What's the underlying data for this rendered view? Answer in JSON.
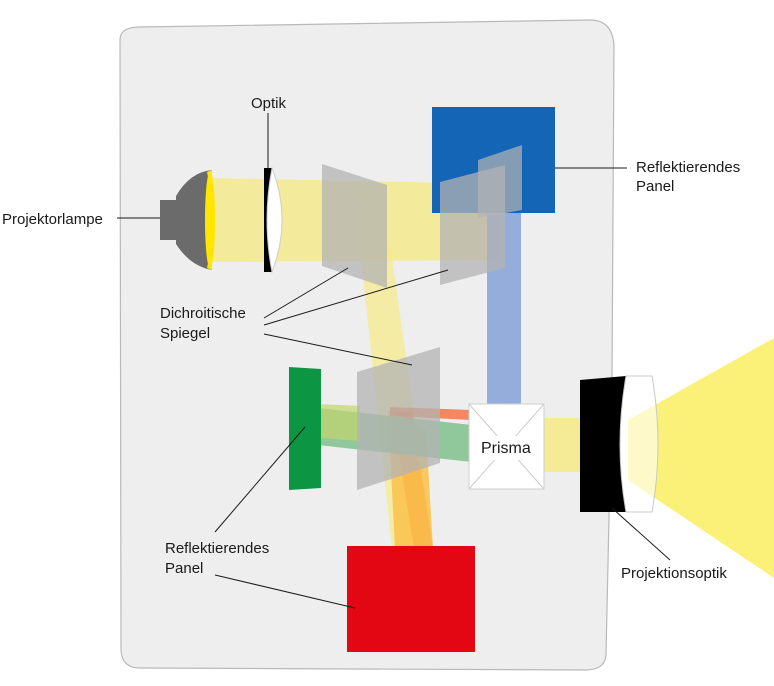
{
  "labels": {
    "optik": "Optik",
    "projektorlampe": "Projektorlampe",
    "reflektierendes_panel_top_line1": "Reflektierendes",
    "reflektierendes_panel_top_line2": "Panel",
    "dichroitische_line1": "Dichroitische",
    "dichroitische_line2": "Spiegel",
    "reflektierendes_panel_left_line1": "Reflektierendes",
    "reflektierendes_panel_left_line2": "Panel",
    "prisma": "Prisma",
    "projektionsoptik": "Projektionsoptik"
  },
  "colors": {
    "housing": "#efeeee",
    "housing_stroke": "#b9b9b9",
    "light_beam": "#f5e98c",
    "output_beam": "#fbf06a",
    "mirror": "#b3b3b3",
    "blue_panel": "#1565b6",
    "blue_beam": "#8fa9d8",
    "green_panel": "#0c9643",
    "green_beam": "#7fbf8c",
    "red_panel": "#e30613",
    "red_beam": "#f26d3d",
    "orange_beam": "#f9c24a",
    "lamp": "#6b6b6b",
    "lamp_glow": "#ffe600",
    "lens_black": "#000000"
  }
}
